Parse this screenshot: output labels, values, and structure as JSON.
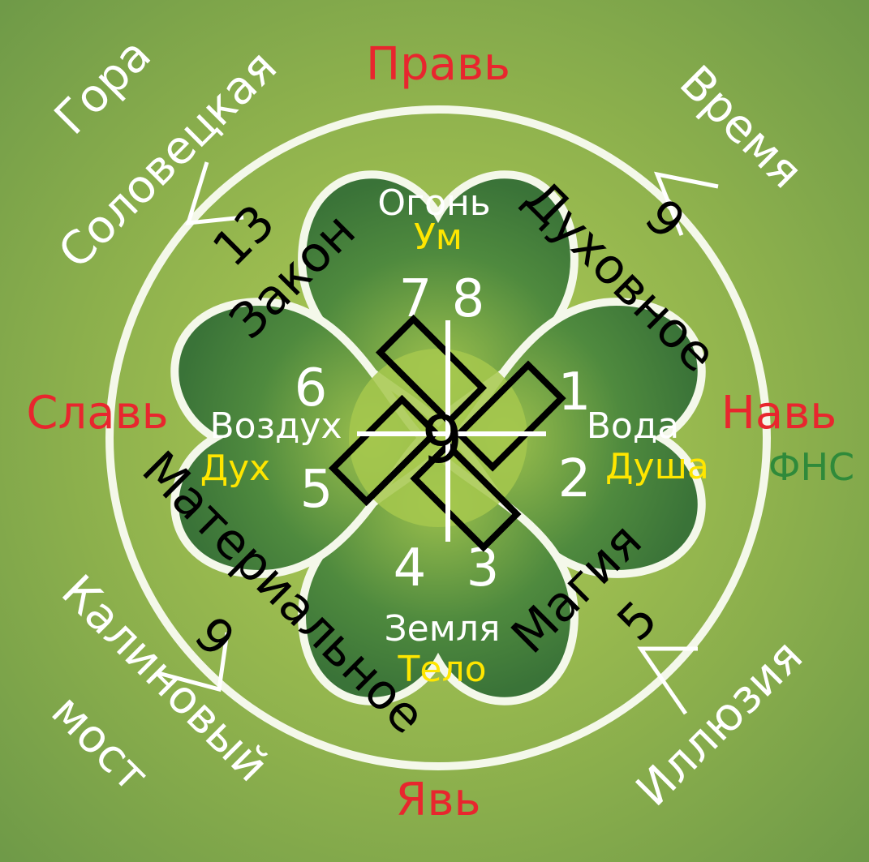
{
  "colors": {
    "background": "#86ab4c",
    "petal": "#3f7a3a",
    "red": "#e8262e",
    "yellow": "#ffe600",
    "fns": "#2f8a3a"
  },
  "worlds": {
    "top": "Правь",
    "left": "Славь",
    "right": "Навь",
    "bottom": "Явь"
  },
  "outer": {
    "top_left_1": "Гора",
    "top_left_2": "Соловецкая",
    "top_right": "Время",
    "bottom_left_1": "Калиновый",
    "bottom_left_2": "мост",
    "bottom_right": "Иллюзия"
  },
  "watermark": "ФНС",
  "petals": {
    "top": {
      "element": "Огонь",
      "aspect": "Ум"
    },
    "left": {
      "element": "Воздух",
      "aspect": "Дух"
    },
    "right": {
      "element": "Вода",
      "aspect": "Душа"
    },
    "bottom": {
      "element": "Земля",
      "aspect": "Тело"
    }
  },
  "numbers": {
    "n1": "1",
    "n2": "2",
    "n3": "3",
    "n4": "4",
    "n5": "5",
    "n6": "6",
    "n7": "7",
    "n8": "8",
    "center": "9"
  },
  "diagonals": {
    "tl_num": "13",
    "tl_label": "Закон",
    "tr_num": "9",
    "tr_label": "Духовное",
    "bl_num": "9",
    "bl_label": "Материальное",
    "br_num": "5",
    "br_label": "Магия"
  }
}
